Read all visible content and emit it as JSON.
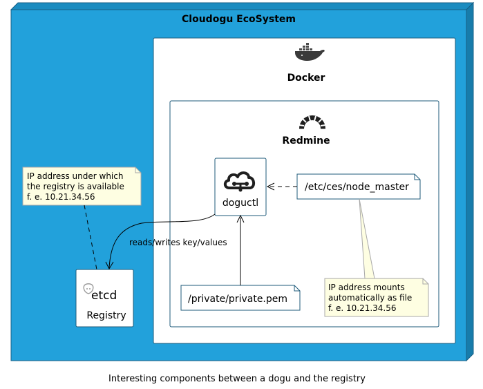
{
  "diagram": {
    "ecosystem_title": "Cloudogu EcoSystem",
    "docker_title": "Docker",
    "redmine_title": "Redmine",
    "doguctl_label": "doguctl",
    "registry_label": "Registry",
    "etcd_logo_text": "etcd",
    "node_master_file": "/etc/ces/node_master",
    "private_pem_file": "/private/private.pem",
    "edge_label": "reads/writes key/values",
    "note_registry": {
      "line1": "IP address under which",
      "line2": "the registry is available",
      "line3": "f. e. 10.21.34.56"
    },
    "note_mount": {
      "line1": "IP address mounts",
      "line2": "automatically as file",
      "line3": "f. e. 10.21.34.56"
    }
  },
  "caption": "Interesting components between a dogu and the registry",
  "colors": {
    "ecosystem_fill": "#22a1db",
    "ecosystem_top": "#1b8cc0",
    "ecosystem_side": "#177cab",
    "box_stroke": "#1c5a7a",
    "note_fill": "#fefee2",
    "note_stroke": "#a8a8a8",
    "icon": "#1f1f1f"
  }
}
